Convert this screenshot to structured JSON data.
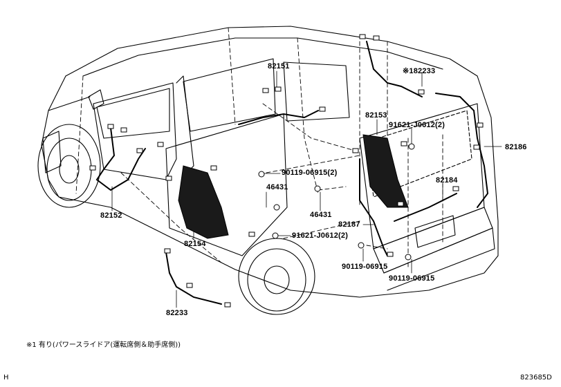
{
  "callouts": [
    {
      "id": "82151",
      "text": "82151"
    },
    {
      "id": "82233_top",
      "text": "※182233"
    },
    {
      "id": "82153",
      "text": "82153"
    },
    {
      "id": "bolt_91621_top",
      "text": "91621-J0612(2)"
    },
    {
      "id": "82186",
      "text": "82186"
    },
    {
      "id": "bolt_90119_a",
      "text": "90119-06915(2)"
    },
    {
      "id": "46431_a",
      "text": "46431"
    },
    {
      "id": "46431_b",
      "text": "46431"
    },
    {
      "id": "82184",
      "text": "82184"
    },
    {
      "id": "82152",
      "text": "82152"
    },
    {
      "id": "82154",
      "text": "82154"
    },
    {
      "id": "82187",
      "text": "82187"
    },
    {
      "id": "bolt_91621_bottom",
      "text": "91621-J0612(2)"
    },
    {
      "id": "bolt_90119_b",
      "text": "90119-06915"
    },
    {
      "id": "bolt_90119_c",
      "text": "90119-06915"
    },
    {
      "id": "82233_bottom",
      "text": "82233"
    }
  ],
  "footnote": "※1 有り(パワースライドア(運転席側＆助手席側))",
  "corner_left": "H",
  "drawing_id": "823685D",
  "colors": {
    "line": "#000000",
    "background": "#ffffff",
    "harness_fill": "#1a1a1a"
  }
}
